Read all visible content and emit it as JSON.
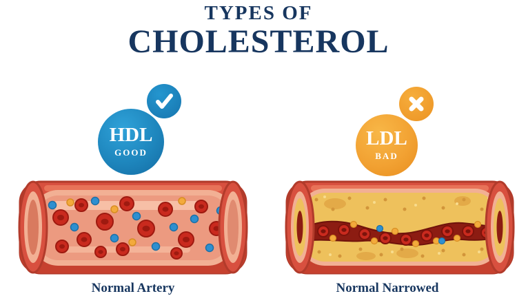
{
  "title": {
    "line1": "TYPES OF",
    "line2": "CHOLESTEROL"
  },
  "hdl": {
    "abbr": "HDL",
    "label": "GOOD",
    "mark": "check-icon"
  },
  "ldl": {
    "abbr": "LDL",
    "label": "BAD",
    "mark": "cross-icon"
  },
  "captions": {
    "left": "Normal Artery",
    "right": "Normal Narrowed"
  },
  "colors": {
    "title_navy": "#17365f",
    "hdl_blue": "#1e86bd",
    "ldl_orange": "#f2a233",
    "artery_wall_red": "#d8503f",
    "artery_rim_salmon": "#f2b094",
    "lumen_pink": "#ec9a80",
    "plaque_yellow": "#eec15c",
    "channel_dark_red": "#8c1c12",
    "blood_cell_red": "#c92a1e",
    "hdl_particle_blue": "#2e8fd0",
    "ldl_particle_yellow": "#f3aa3c"
  }
}
